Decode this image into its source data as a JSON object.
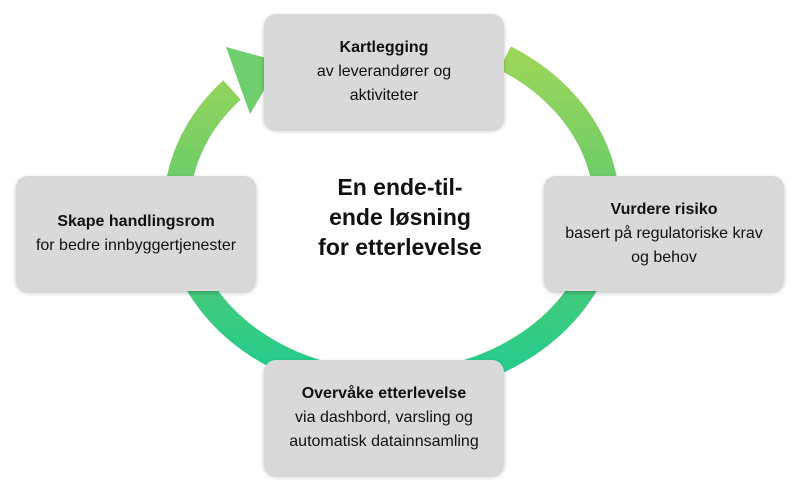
{
  "colors": {
    "cycle_light": "#9bd65a",
    "cycle_mid": "#5ec96e",
    "cycle_dark": "#1fcc8f",
    "box_fill": "#d9d9d9",
    "text": "#111111"
  },
  "center": {
    "line1": "En ende-til-",
    "line2": "ende løsning",
    "line3": "for etterlevelse"
  },
  "steps": {
    "top": {
      "title": "Kartlegging",
      "line1": "av leverandører og",
      "line2": "aktiviteter"
    },
    "right": {
      "title": "Vurdere risiko",
      "line1": "basert på regulatoriske krav",
      "line2": "og behov"
    },
    "bottom": {
      "title": "Overvåke etterlevelse",
      "line1": "via dashbord, varsling og",
      "line2": "automatisk datainnsamling"
    },
    "left": {
      "title": "Skape handlingsrom",
      "line1": "for bedre innbyggertjenester"
    }
  }
}
